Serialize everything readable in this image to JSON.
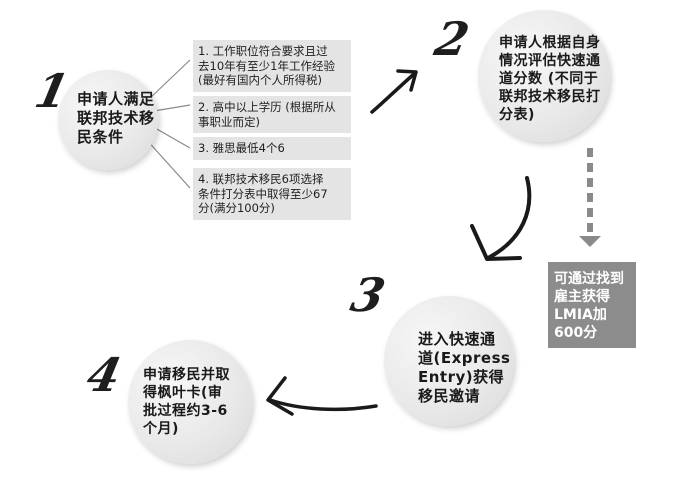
{
  "steps": [
    {
      "number": "1",
      "text": "申请人满足\n联邦技术移\n民条件"
    },
    {
      "number": "2",
      "text": "申请人根据自身\n情况评估快速通\n道分数 (不同于\n联邦技术移民打\n分表)"
    },
    {
      "number": "3",
      "text": "进入快速通\n道(Express\nEntry)获得\n移民邀请"
    },
    {
      "number": "4",
      "text": "申请移民并取\n得枫叶卡(审\n批过程约3-6\n个月)"
    }
  ],
  "requirements": [
    "1. 工作职位符合要求且过\n去10年有至少1年工作经验\n(最好有国内个人所得税)",
    "2. 高中以上学历 (根据所从\n事职业而定)",
    "3. 雅思最低4个6",
    "4. 联邦技术移民6项选择\n条件打分表中取得至少67\n分(满分100分)"
  ],
  "lmia_note": "可通过找到\n雇主获得\nLMIA加\n600分",
  "colors": {
    "circle": "#e6e6e6",
    "note_bg": "#8c8c8c",
    "req_bg": "#e4e4e4",
    "line": "#777777"
  }
}
